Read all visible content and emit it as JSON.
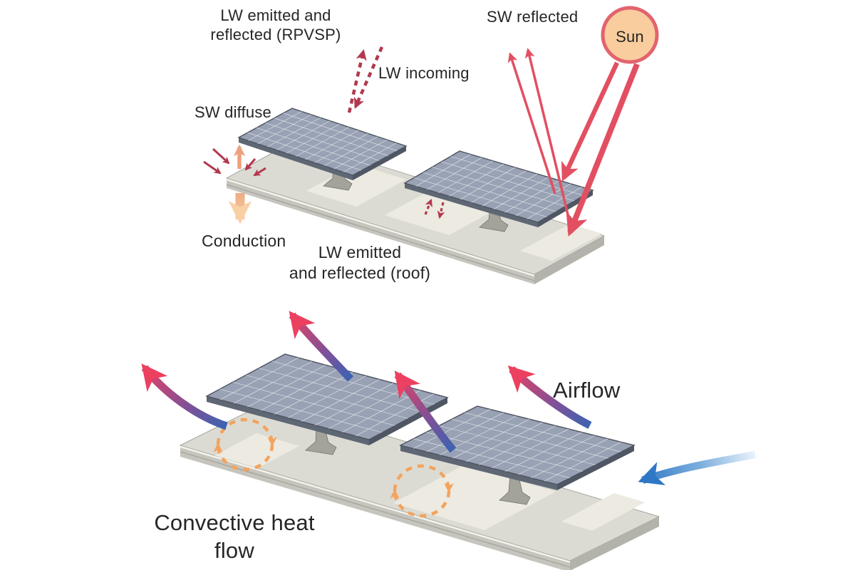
{
  "labels": {
    "lw_rpvsp": "LW emitted and\nreflected (RPVSP)",
    "lw_incoming": "LW incoming",
    "sw_diffuse": "SW diffuse",
    "sw_reflected": "SW reflected",
    "sun": "Sun",
    "conduction": "Conduction",
    "lw_roof": "LW emitted\nand reflected (roof)",
    "airflow": "Airflow",
    "convective": "Convective heat\nflow"
  },
  "colors": {
    "background": "#ffffff",
    "text": "#262626",
    "sun_fill": "#f9cd9d",
    "sun_stroke": "#e2636e",
    "shortwave_ray_red": "#e24f61",
    "longwave_dark_red": "#b2394f",
    "conduction_peach": "#f3b488",
    "diffuse_salmon": "#efa07d",
    "convection_loop_orange": "#f4a35d",
    "airflow_warm_red": "#ec4060",
    "airflow_cool_blue": "#3c63b2",
    "wind_blue": "#2e77c4",
    "panel_blue_gray": "#99a2b4",
    "panel_grid_white": "#ffffff",
    "roof_gray": "#dcdbd3",
    "roof_edge_gray": "#c6c5bd",
    "stand_gray": "#a3a399"
  }
}
